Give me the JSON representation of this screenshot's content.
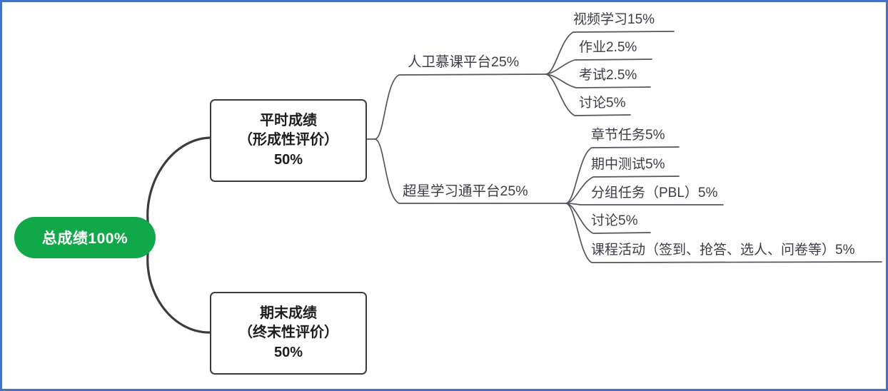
{
  "diagram": {
    "type": "mind-map",
    "title": "总成绩100%",
    "colors": {
      "frame": "#4472c4",
      "root_fill": "#11a84a",
      "root_text": "#ffffff",
      "box_border": "#3b3b3b",
      "box_text": "#1d1d1d",
      "connector_primary": "#3c3c3c",
      "connector_secondary": "#6b6b74",
      "label_text": "#3c3c48"
    },
    "root": {
      "label": "总成绩100%"
    },
    "branches": [
      {
        "id": "formative",
        "lines": [
          "平时成绩",
          "（形成性评价）",
          "50%"
        ],
        "children": [
          {
            "id": "rwmk",
            "label": "人卫慕课平台25%",
            "leaves": [
              {
                "label": "视频学习15%"
              },
              {
                "label": "作业2.5%"
              },
              {
                "label": "考试2.5%"
              },
              {
                "label": "讨论5%"
              }
            ]
          },
          {
            "id": "chaoxing",
            "label": "超星学习通平台25%",
            "leaves": [
              {
                "label": "章节任务5%"
              },
              {
                "label": "期中测试5%"
              },
              {
                "label": "分组任务（PBL）5%"
              },
              {
                "label": "讨论5%"
              },
              {
                "label": "课程活动（签到、抢答、选人、问卷等）5%"
              }
            ]
          }
        ]
      },
      {
        "id": "summative",
        "lines": [
          "期末成绩",
          "（终末性评价）",
          "50%"
        ],
        "children": []
      }
    ]
  }
}
